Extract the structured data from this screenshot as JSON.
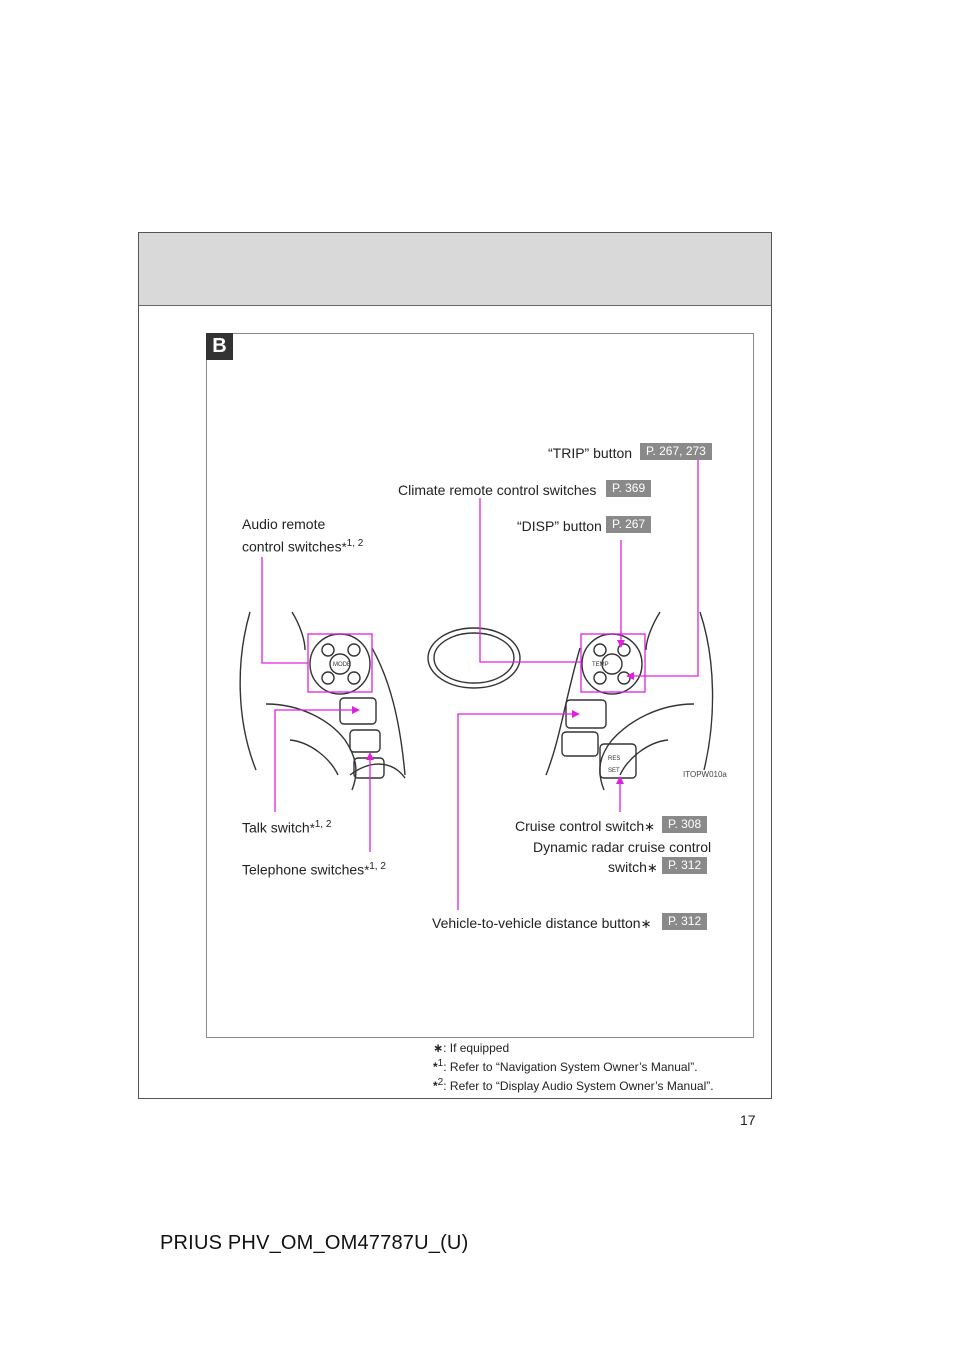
{
  "page": {
    "section_badge": "B",
    "page_number": "17",
    "footer_code": "PRIUS PHV_OM_OM47787U_(U)",
    "image_code": "ITOPW010a"
  },
  "labels": {
    "trip_button": "“TRIP” button",
    "trip_ref": "P. 267, 273",
    "climate": "Climate remote control switches",
    "climate_ref": "P. 369",
    "disp_button": "“DISP” button",
    "disp_ref": "P. 267",
    "audio_line1": "Audio remote",
    "audio_line2": "control switches",
    "audio_sup": "1, 2",
    "talk": "Talk switch",
    "talk_sup": "1, 2",
    "telephone": "Telephone switches",
    "telephone_sup": "1, 2",
    "cruise": "Cruise control switch",
    "cruise_ref": "P. 308",
    "radar_line1": "Dynamic radar cruise control",
    "radar_line2": "switch",
    "radar_ref": "P. 312",
    "v2v": "Vehicle-to-vehicle distance button",
    "v2v_ref": "P. 312"
  },
  "footnotes": {
    "f0": ":  If equipped",
    "f1_mark": "1",
    "f1": ": Refer to “Navigation System Owner’s Manual”.",
    "f2_mark": "2",
    "f2": ": Refer to “Display Audio System Owner’s Manual”."
  },
  "wheel_labels": {
    "mode": "MODE",
    "temp": "TEMP",
    "res": "RES",
    "set": "SET"
  },
  "colors": {
    "leader": "#e020e0",
    "ref_badge": "#8a8a8a",
    "header_band": "#d9d9d9"
  }
}
